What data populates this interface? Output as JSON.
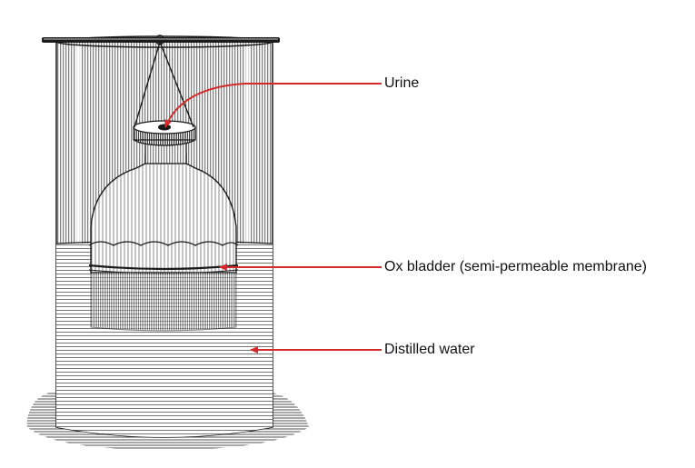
{
  "labels": {
    "urine": "Urine",
    "membrane": "Ox bladder (semi-permeable membrane)",
    "water": "Distilled water"
  },
  "colors": {
    "arrow": "#d42a2a",
    "ink": "#1a1a1a",
    "background": "#ffffff"
  }
}
